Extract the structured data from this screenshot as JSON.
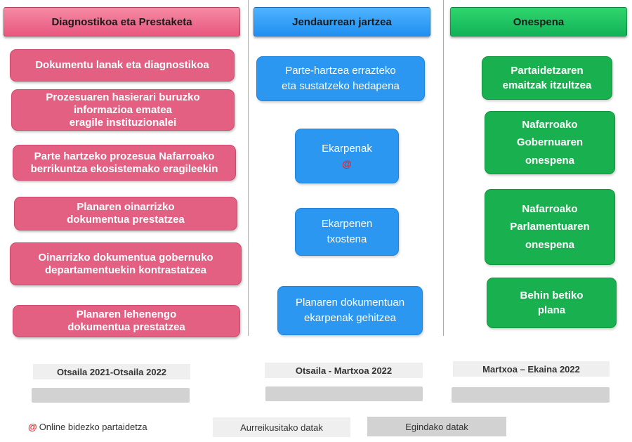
{
  "columns": [
    {
      "header": "Diagnostikoa eta Prestaketa",
      "items": [
        "Dokumentu lanak eta diagnostikoa",
        "Prozesuaren hasierari buruzko\ninformazioa ematea\neragile instituzionalei",
        "Parte hartzeko prozesua Nafarroako\nberrikuntza ekosistemako eragileekin",
        "Planaren oinarrizko\ndokumentua prestatzea",
        "Oinarrizko dokumentua gobernuko\ndepartamentuekin kontrastatzea",
        "Planaren lehenengo\ndokumentua prestatzea"
      ],
      "date": "Otsaila 2021-Otsaila 2022"
    },
    {
      "header": "Jendaurrean jartzea",
      "items": [
        "Parte-hartzea errazteko\neta sustatzeko hedapena",
        "Ekarpenak",
        "Ekarpenen\ntxostena",
        "Planaren dokumentuan\nekarpenak gehitzea"
      ],
      "online_marker": "@",
      "date": "Otsaila - Martxoa 2022"
    },
    {
      "header": "Onespena",
      "items": [
        "Partaidetzaren\nemaitzak itzultzea",
        "Nafarroako\nGobernuaren\nonespena",
        "Nafarroako\nParlamentuaren\nonespena",
        "Behin betiko\nplana"
      ],
      "date": "Martxoa – Ekaina 2022"
    }
  ],
  "legend": {
    "marker": "@",
    "online_label": "Online bidezko partaidetza",
    "planned_label": "Aurreikusitako datak",
    "done_label": "Egindako datak"
  },
  "colors": {
    "phase1": "#e46083",
    "phase2": "#2b97f0",
    "phase3": "#19b04f",
    "online_marker": "#e8202a"
  }
}
